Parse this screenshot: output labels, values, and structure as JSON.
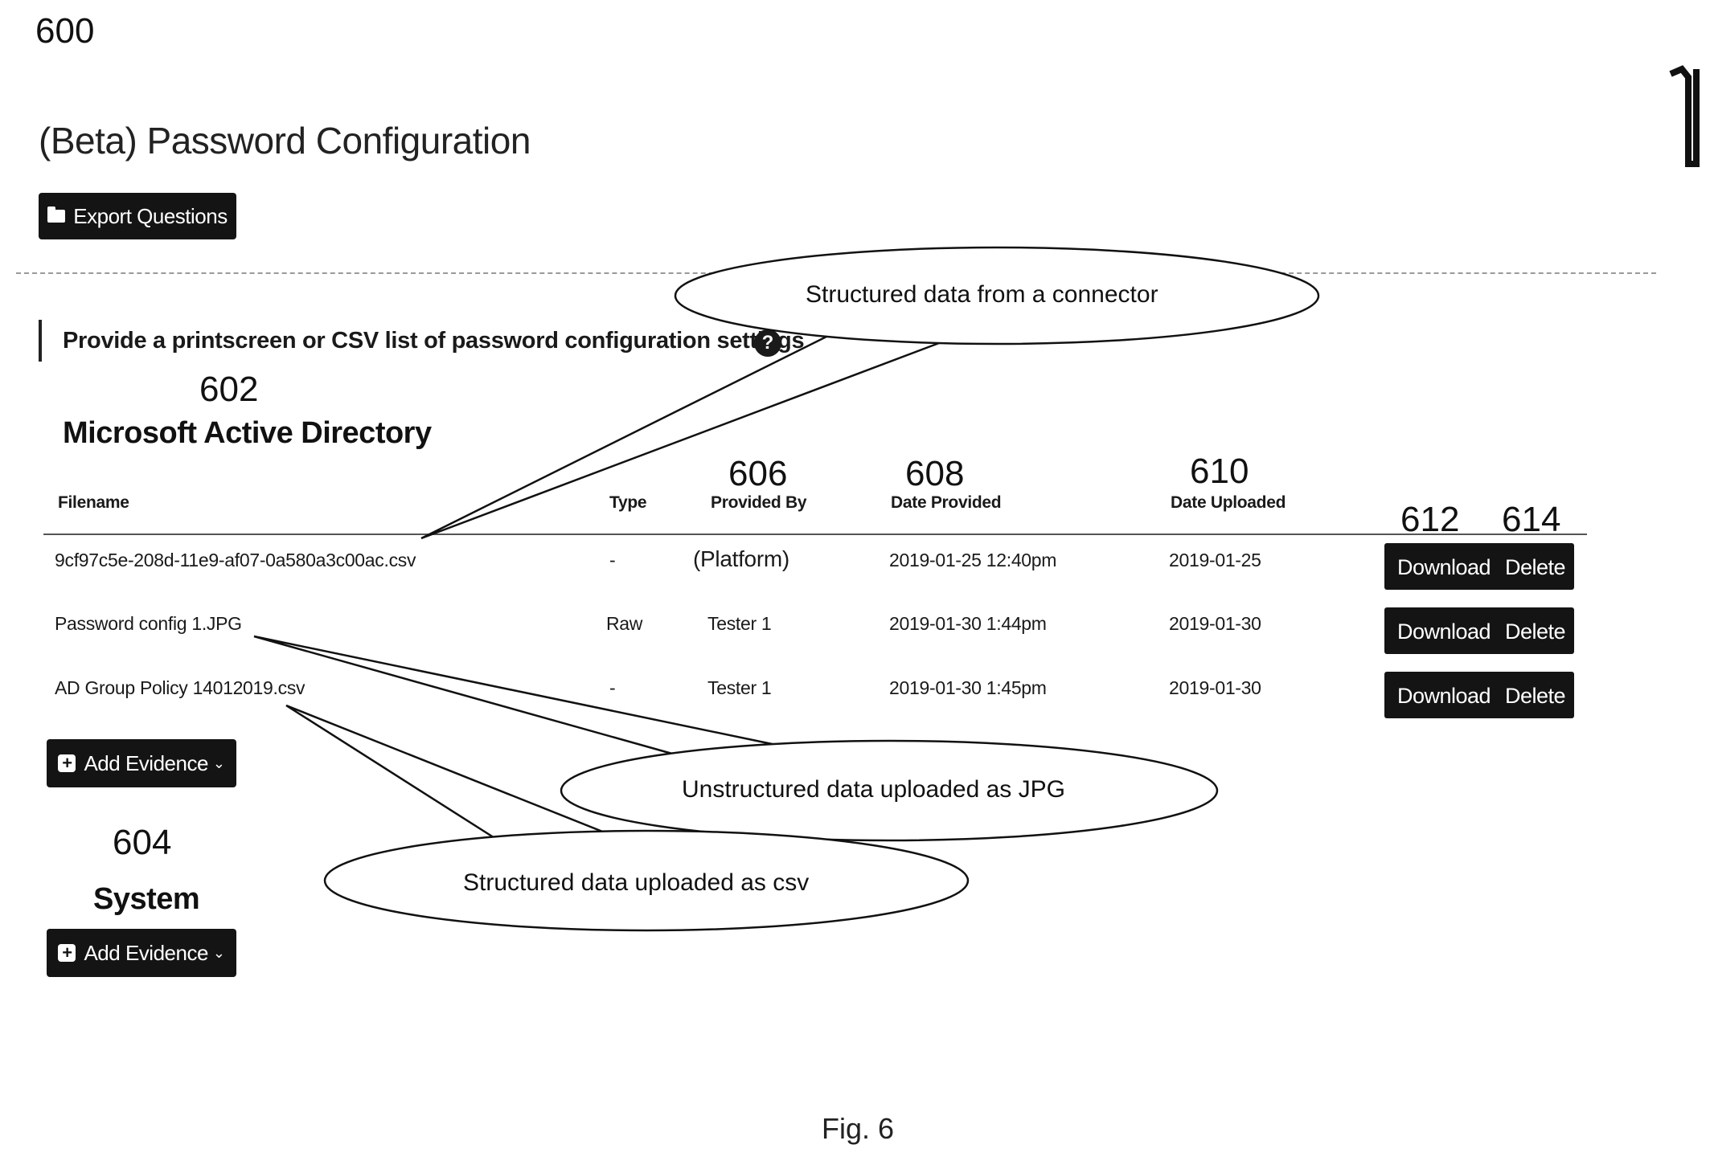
{
  "figure": {
    "ref_main": "600",
    "caption": "Fig. 6"
  },
  "page": {
    "title": "(Beta) Password Configuration",
    "export_button": "Export Questions",
    "question": "Provide a printscreen or CSV list of password configuration settings",
    "help_icon": "?"
  },
  "sections": [
    {
      "ref": "602",
      "title": "Microsoft Active Directory",
      "add_button": "Add Evidence"
    },
    {
      "ref": "604",
      "title": "System",
      "add_button": "Add Evidence"
    }
  ],
  "table": {
    "columns": [
      {
        "label": "Filename",
        "ref": ""
      },
      {
        "label": "Type",
        "ref": ""
      },
      {
        "label": "Provided By",
        "ref": "606"
      },
      {
        "label": "Date Provided",
        "ref": "608"
      },
      {
        "label": "Date Uploaded",
        "ref": "610"
      }
    ],
    "action_refs": [
      "612",
      "614"
    ],
    "rows": [
      {
        "filename": "9cf97c5e-208d-11e9-af07-0a580a3c00ac.csv",
        "type": "-",
        "provided_by": "(Platform)",
        "date_provided": "2019-01-25 12:40pm",
        "date_uploaded": "2019-01-25",
        "download": "Download",
        "delete": "Delete"
      },
      {
        "filename": "Password config 1.JPG",
        "type": "Raw",
        "provided_by": "Tester 1",
        "date_provided": "2019-01-30 1:44pm",
        "date_uploaded": "2019-01-30",
        "download": "Download",
        "delete": "Delete"
      },
      {
        "filename": "AD Group Policy 14012019.csv",
        "type": "-",
        "provided_by": "Tester 1",
        "date_provided": "2019-01-30 1:45pm",
        "date_uploaded": "2019-01-30",
        "download": "Download",
        "delete": "Delete"
      }
    ]
  },
  "callouts": [
    {
      "text": "Structured data from a connector"
    },
    {
      "text": "Unstructured data uploaded as JPG"
    },
    {
      "text": "Structured data uploaded as csv"
    }
  ]
}
